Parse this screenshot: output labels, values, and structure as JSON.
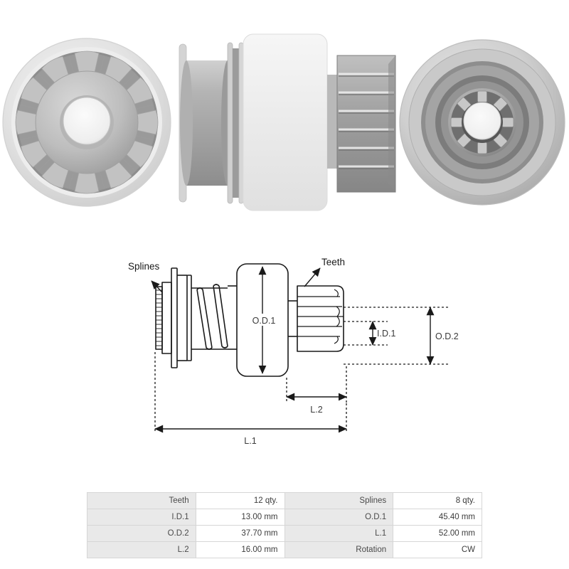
{
  "product": {
    "type": "starter-drive-bendix-gear",
    "views": [
      {
        "name": "front-view",
        "description": "Front view of starter drive pinion showing gear teeth and central bore"
      },
      {
        "name": "side-view",
        "description": "Side profile view showing splined hub, body housing and pinion teeth"
      },
      {
        "name": "rear-view",
        "description": "Rear view showing internal splined bore and housing rings"
      }
    ]
  },
  "diagram": {
    "callouts": {
      "splines": "Splines",
      "teeth": "Teeth"
    },
    "dimensions": {
      "od1": "O.D.1",
      "od2": "O.D.2",
      "id1": "I.D.1",
      "l1": "L.1",
      "l2": "L.2"
    }
  },
  "specs": {
    "rows": [
      [
        {
          "label": "Teeth",
          "value": "12 qty."
        },
        {
          "label": "Splines",
          "value": "8 qty."
        }
      ],
      [
        {
          "label": "I.D.1",
          "value": "13.00 mm"
        },
        {
          "label": "O.D.1",
          "value": "45.40 mm"
        }
      ],
      [
        {
          "label": "O.D.2",
          "value": "37.70 mm"
        },
        {
          "label": "L.1",
          "value": "52.00 mm"
        }
      ],
      [
        {
          "label": "L.2",
          "value": "16.00 mm"
        },
        {
          "label": "Rotation",
          "value": "CW"
        }
      ]
    ]
  },
  "colors": {
    "background": "#ffffff",
    "table_label_bg": "#e9e9e9",
    "table_value_bg": "#ffffff",
    "table_border": "#d6d6d6",
    "text": "#3c3c3c",
    "diagram_stroke": "#1a1a1a",
    "metal_light": "#e2e2e2",
    "metal_mid": "#b8b8b8",
    "metal_dark": "#8f8f8f"
  }
}
